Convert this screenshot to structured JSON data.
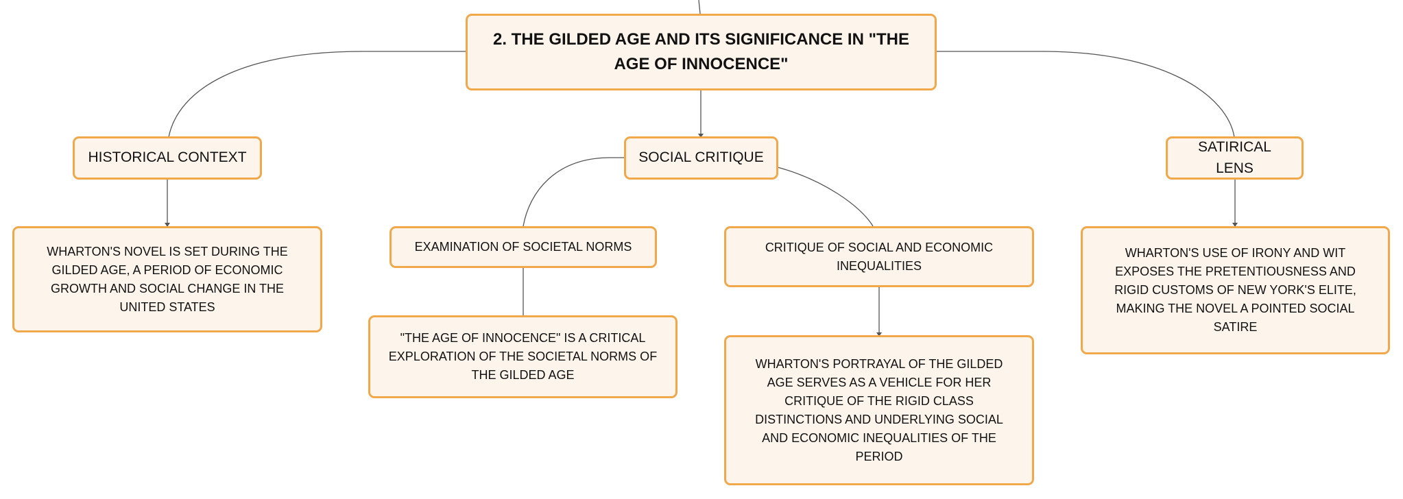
{
  "diagram": {
    "root": {
      "label": "2. The Gilded Age and Its Significance in \"The Age of Innocence\""
    },
    "branches": [
      {
        "label": "Historical Context",
        "children": [
          {
            "label": "Wharton's novel is set during the Gilded Age, a period of economic growth and social change in the United States"
          }
        ]
      },
      {
        "label": "Social Critique",
        "children": [
          {
            "label": "Examination of Societal Norms",
            "children": [
              {
                "label": "\"The Age of Innocence\" is a critical exploration of the societal norms of the Gilded Age"
              }
            ]
          },
          {
            "label": "Critique of Social and Economic Inequalities",
            "children": [
              {
                "label": "Wharton's portrayal of the Gilded Age serves as a vehicle for her critique of the rigid class distinctions and underlying social and economic inequalities of the period"
              }
            ]
          }
        ]
      },
      {
        "label": "Satirical Lens",
        "children": [
          {
            "label": "Wharton's use of irony and wit exposes the pretentiousness and rigid customs of New York's elite, making the novel a pointed social satire"
          }
        ]
      }
    ],
    "colors": {
      "node_fill": "#fdf5ec",
      "node_border": "#f0a84a",
      "connector": "#555555",
      "text": "#111111"
    }
  }
}
